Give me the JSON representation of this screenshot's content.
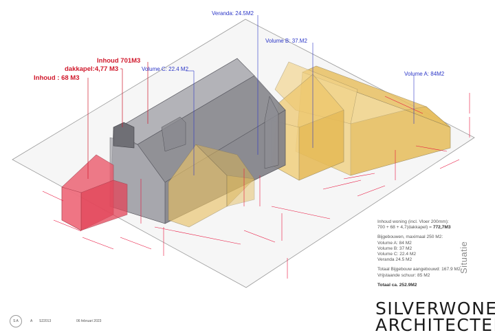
{
  "volume_labels": {
    "veranda": "Veranda: 24.5M2",
    "volume_b": "Volume B: 37.M2",
    "volume_c": "Volume C: 22.4 M2",
    "volume_a": "Volume  A: 84M2"
  },
  "content_labels": {
    "inhoud_main": "Inhoud 701M3",
    "dakkapel": "dakkapel:4,77 M3",
    "inhoud_small": "Inhoud : 68 M3"
  },
  "summary": {
    "line1": "Inhoud woning (incl. Vloer 200mm):",
    "line2_prefix": "700 + 68  + 4,7(dakkapel) = ",
    "line2_total": "772,7M3",
    "bijgebouwen_header": "Bijgebouwen, maximaal 250 M2:",
    "items": [
      "Volume A:  84 M2",
      "Volume B:  37 M2",
      "Volume C:  22.4 M2",
      "Veranda     24.5 M2"
    ],
    "totaal_aangebouwd": "Totaal Bijgebouw aangebouwd: 167.9 M2",
    "vrijstaande_schuur": "Vrijstaande schuur: 85 M2",
    "totaal": "Totaal ca. 252.9M2"
  },
  "side_label": "Situatie",
  "logo": {
    "line1": "SILVERWONEN",
    "line2": "ARCHITECTEN"
  },
  "footer": {
    "stamp": "S A",
    "sheet": "A",
    "project_no": "S22013",
    "date": "06 februari 2023"
  },
  "colors": {
    "dimension": "#e8123c",
    "label_blue": "#2a35c7",
    "label_red": "#d0182b",
    "volume_yellow": "#efc45a",
    "main_grey": "#8c8c91",
    "volume_red": "#e8475b"
  }
}
